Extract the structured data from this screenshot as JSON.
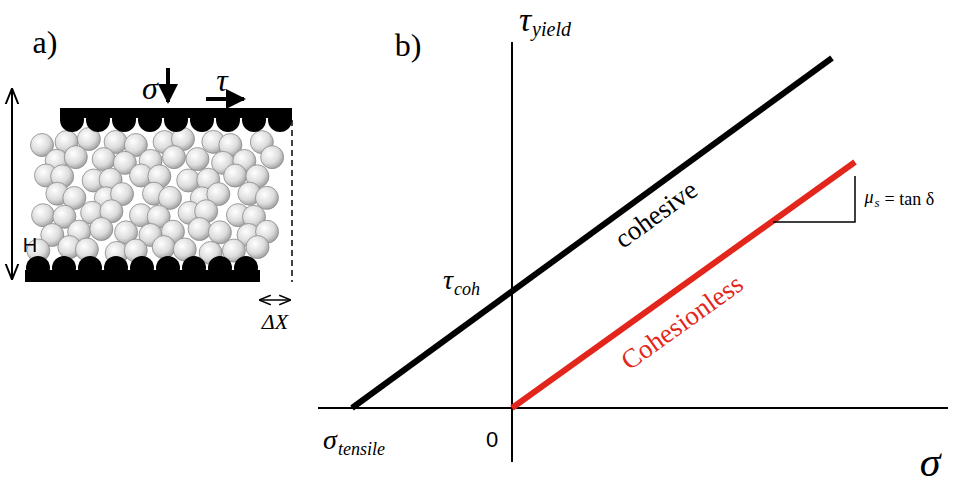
{
  "diagram": {
    "labels": [
      "a)",
      "σ",
      "τ",
      "H",
      "ΔX",
      "b)",
      "τ",
      "yield",
      "τ",
      "coh",
      "σ",
      "tensile",
      "0",
      "cohesive",
      "Cohesionless",
      "μ",
      "s",
      "= tan δ",
      "σ"
    ]
  }
}
